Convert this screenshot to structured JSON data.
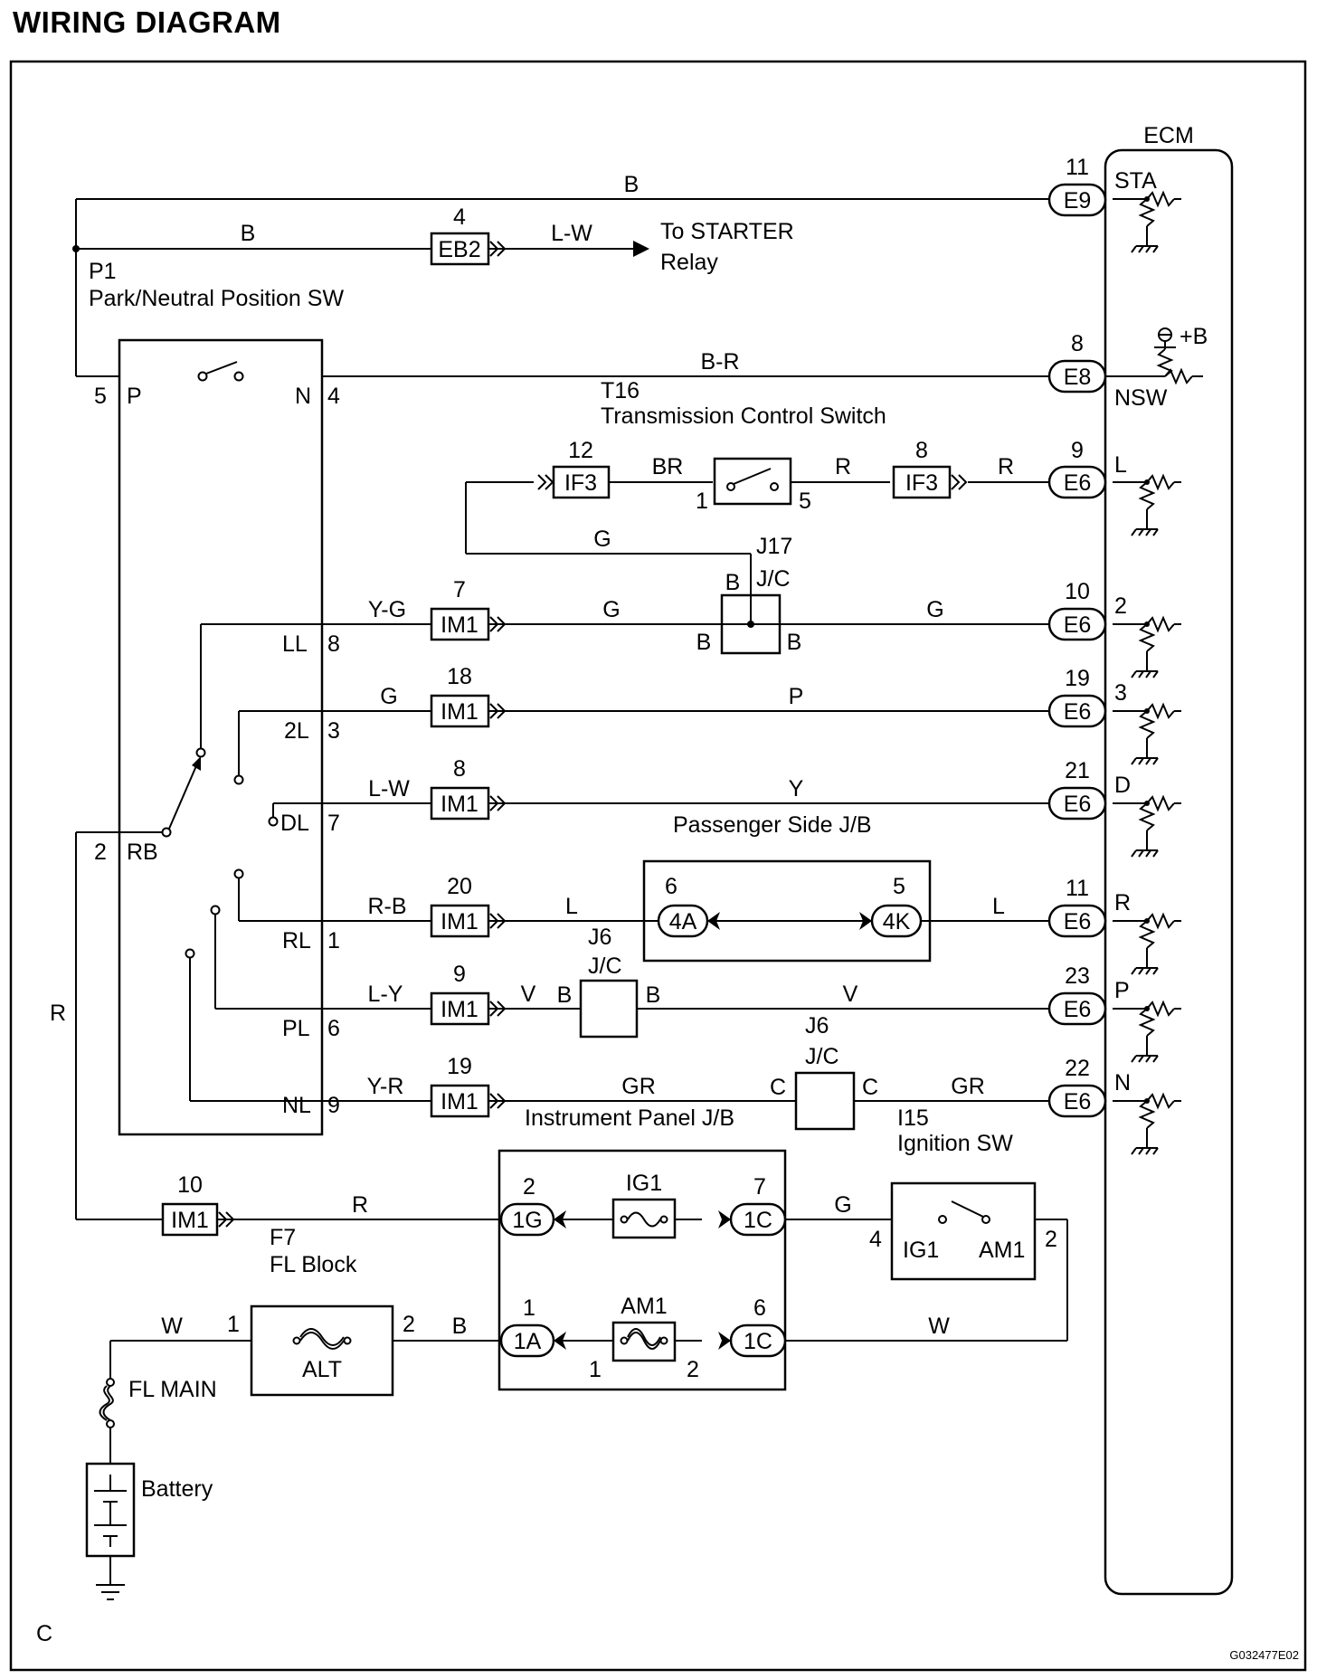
{
  "title": "WIRING DIAGRAM",
  "components": {
    "ecm": "ECM",
    "p1_code": "P1",
    "p1_name": "Park/Neutral Position SW",
    "t16_code": "T16",
    "t16_name": "Transmission Control Switch",
    "j17_code": "J17",
    "jc": "J/C",
    "j6_code": "J6",
    "passenger_jb": "Passenger Side J/B",
    "instrument_jb": "Instrument Panel J/B",
    "i15_code": "I15",
    "i15_name": "Ignition SW",
    "f7_code": "F7",
    "f7_name": "FL Block",
    "starter_to": "To STARTER",
    "starter_relay": "Relay",
    "fl_main": "FL MAIN",
    "battery": "Battery",
    "alt": "ALT",
    "ig1": "IG1",
    "am1": "AM1",
    "plus_b": "+B"
  },
  "connectors": {
    "e9": "E9",
    "e8": "E8",
    "e6": "E6",
    "eb2": "EB2",
    "if3": "IF3",
    "im1": "IM1",
    "c4a": "4A",
    "c4k": "4K",
    "c1g": "1G",
    "c1c": "1C",
    "c1a": "1A"
  },
  "ecm_terminals": {
    "sta": "STA",
    "nsw": "NSW",
    "l": "L",
    "t2": "2",
    "t3": "3",
    "d": "D",
    "r": "R",
    "p": "P",
    "n": "N"
  },
  "switch_terminals": {
    "p": "P",
    "n": "N",
    "ll": "LL",
    "l2": "2L",
    "dl": "DL",
    "rb": "RB",
    "rl": "RL",
    "pl": "PL",
    "nl": "NL",
    "pin5": "5",
    "pin4": "4",
    "pin8": "8",
    "pin3": "3",
    "pin7": "7",
    "pin2": "2",
    "pin1": "1",
    "pin6": "6",
    "pin9": "9"
  },
  "pin_numbers": {
    "e9": "11",
    "eb2": "4",
    "e8": "8",
    "if3_left": "12",
    "if3_right": "8",
    "e6_l": "9",
    "t16_1": "1",
    "t16_5": "5",
    "im1_ll": "7",
    "e6_2": "10",
    "im1_2l": "18",
    "e6_3": "19",
    "im1_dl": "8",
    "e6_d": "21",
    "im1_rl": "20",
    "c4a": "6",
    "c4k": "5",
    "e6_r": "11",
    "im1_pl": "9",
    "e6_p": "23",
    "im1_nl": "19",
    "e6_n": "22",
    "im1_r": "10",
    "c1g": "2",
    "c1c_top": "7",
    "ig_4": "4",
    "ig_2": "2",
    "c1a": "1",
    "c1c_bot": "6",
    "alt_1": "1",
    "alt_2": "2",
    "am1_1": "1",
    "am1_2": "2"
  },
  "junction_terminals": {
    "b": "B",
    "c": "C"
  },
  "wire_colors": {
    "sta": "B",
    "p1_b": "B",
    "starter_lw": "L-W",
    "nsw_br": "B-R",
    "t16_br": "BR",
    "t16_r": "R",
    "if3_r": "R",
    "g_loop": "G",
    "ll_yg": "Y-G",
    "ll_g_left": "G",
    "ll_g_right": "G",
    "l2_g": "G",
    "l2_p": "P",
    "dl_lw": "L-W",
    "dl_y": "Y",
    "rl_rb": "R-B",
    "rl_l_left": "L",
    "rl_l_right": "L",
    "pl_ly": "L-Y",
    "pl_v_left": "V",
    "pl_v_right": "V",
    "nl_yr": "Y-R",
    "nl_gr_left": "GR",
    "nl_gr_right": "GR",
    "rb_r": "R",
    "im1_r": "R",
    "ig_g": "G",
    "batt_w": "W",
    "alt_b": "B",
    "am1_w": "W"
  },
  "footer": {
    "corner": "C",
    "figure_code": "G032477E02"
  }
}
